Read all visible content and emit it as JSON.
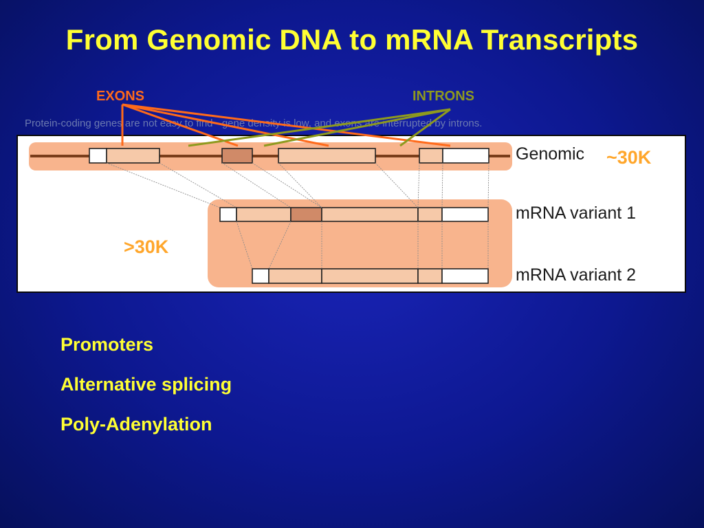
{
  "slide": {
    "title": "From Genomic DNA to mRNA Transcripts",
    "caption": "Protein-coding genes are not easy to find - gene density is low, and exons are interrupted by introns."
  },
  "callouts": {
    "exons": "EXONS",
    "introns": "INTRONS",
    "exons_color": "#ff6a1a",
    "introns_color": "#8e9a1e"
  },
  "diagram": {
    "tracks": [
      {
        "label": "Genomic"
      },
      {
        "label": "mRNA variant 1"
      },
      {
        "label": "mRNA variant 2"
      }
    ],
    "genomic_count": "~30K",
    "transcript_count": ">30K"
  },
  "bullets": [
    "Promoters",
    "Alternative splicing",
    "Poly-Adenylation"
  ],
  "colors": {
    "background": "#0d1890",
    "title": "#ffff33",
    "band": "#f8b48d",
    "count": "#ffa62b"
  }
}
